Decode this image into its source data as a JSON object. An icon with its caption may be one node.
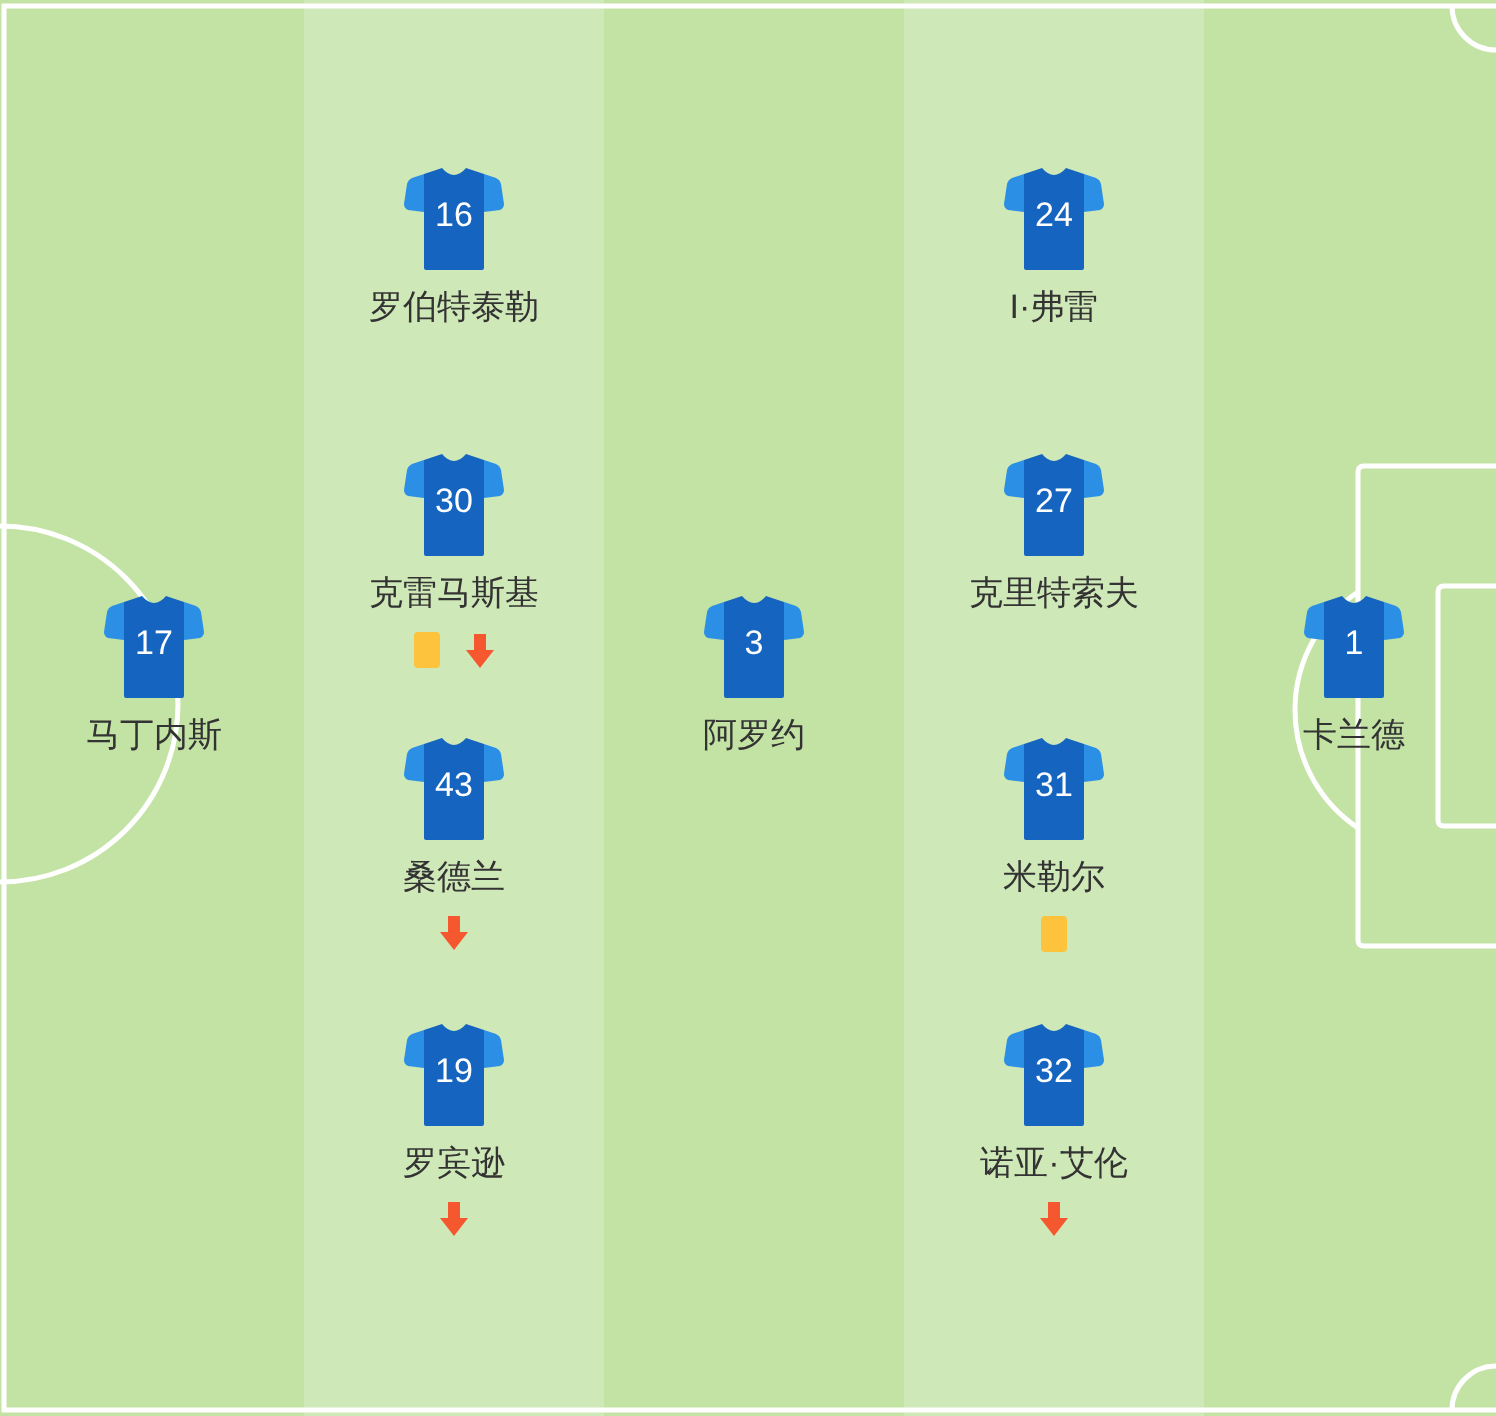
{
  "diagram": {
    "nodes": [
      {
        "text": [
          "17"
        ],
        "beside": [
          "马丁内斯"
        ]
      },
      {
        "text": [
          "16"
        ],
        "beside": [
          "罗伯特泰勒"
        ]
      },
      {
        "text": [
          "30"
        ],
        "beside": [
          "克雷马斯基"
        ]
      },
      {
        "text": [
          "43"
        ],
        "beside": [
          "桑德兰"
        ]
      },
      {
        "text": [
          "19"
        ],
        "beside": [
          "罗宾逊"
        ]
      },
      {
        "text": [
          "3"
        ],
        "beside": [
          "阿罗约"
        ]
      },
      {
        "text": [
          "24"
        ],
        "beside": [
          "I·弗雷"
        ]
      },
      {
        "text": [
          "27"
        ],
        "beside": [
          "克里特索夫"
        ]
      },
      {
        "text": [
          "31"
        ],
        "beside": [
          "米勒尔"
        ]
      },
      {
        "text": [
          "32"
        ],
        "beside": [
          "诺亚·艾伦"
        ]
      },
      {
        "text": [
          "1"
        ],
        "beside": [
          "卡兰德"
        ]
      }
    ]
  }
}
